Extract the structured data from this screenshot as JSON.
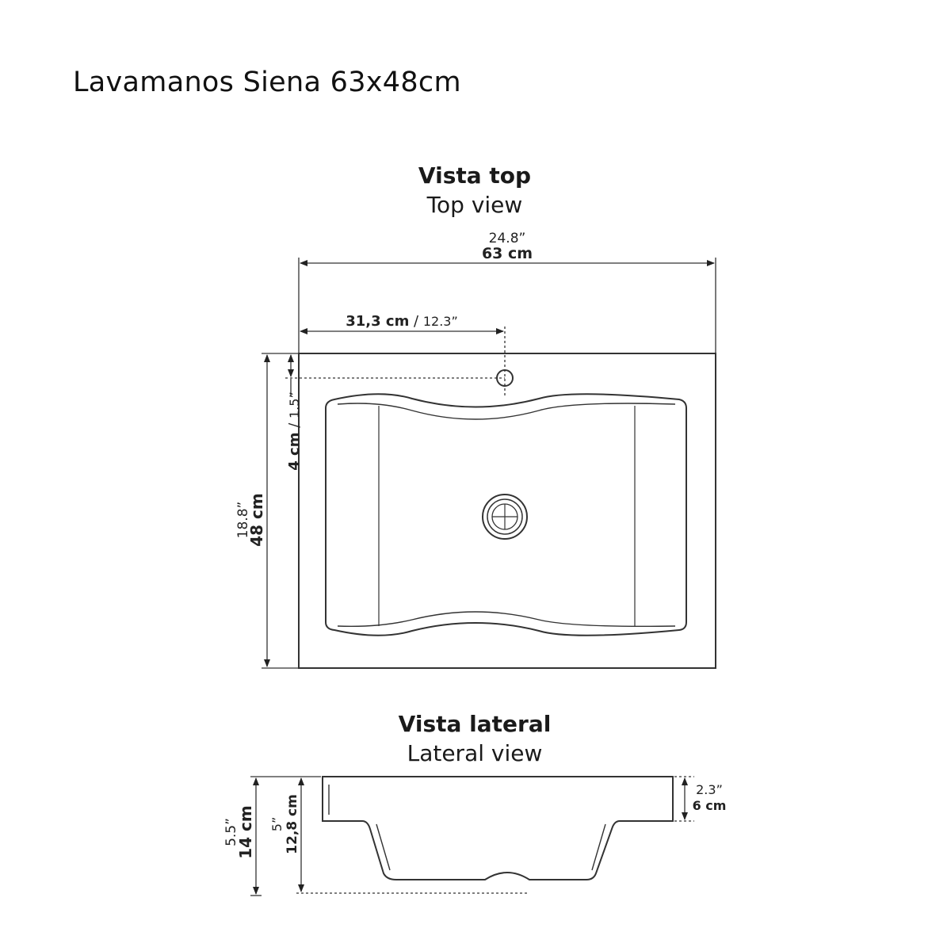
{
  "title": "Lavamanos Siena 63x48cm",
  "top_view": {
    "title": "Vista top",
    "subtitle": "Top view",
    "width_in": "24.8”",
    "width_cm": "63 cm",
    "tap_offset_cm": "31,3 cm",
    "tap_offset_sep": " / ",
    "tap_offset_in": "12.3”",
    "depth_in": "18.8”",
    "depth_cm": "48 cm",
    "tap_inset_cm": "4 cm",
    "tap_inset_sep": " / ",
    "tap_inset_in": "1.5”"
  },
  "lateral_view": {
    "title": "Vista lateral",
    "subtitle": "Lateral view",
    "total_height_in": "5.5”",
    "total_height_cm": "14 cm",
    "bowl_height_in": "5”",
    "bowl_height_cm": "12,8 cm",
    "rim_height_in": "2.3”",
    "rim_height_cm": "6 cm"
  }
}
